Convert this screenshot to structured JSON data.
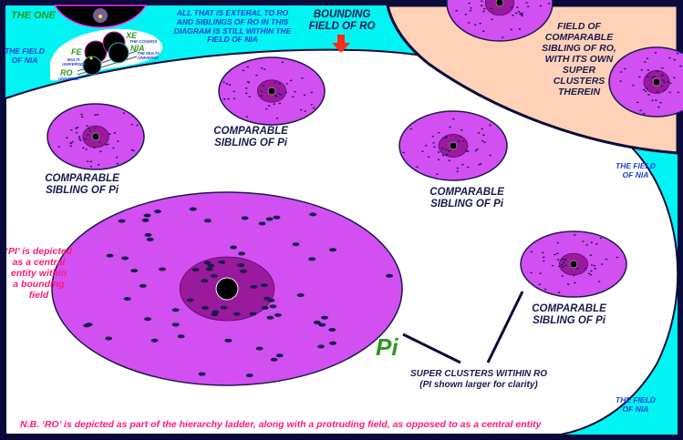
{
  "diagram": {
    "title_label": "THE ONE",
    "colors": {
      "frame": "#0b0b3b",
      "field_of_nia": "#00f4f4",
      "bounding_field_ro": "#ffffff",
      "sibling_field": "#ffd2b8",
      "galaxy_outer": "#d24ff2",
      "galaxy_core": "#9a1a9e",
      "pink_text": "#ff1a7a",
      "green_text": "#2b9a1a",
      "blue_text": "#1f3fd6",
      "navy_text": "#1a1a4e",
      "arrow": "#ff2a1a"
    },
    "field_of_nia_labels": [
      "THE FIELD\nOF  NIA",
      "THE FIELD\nOF  NIA",
      "THE FIELD\nOF  NIA"
    ],
    "external_note": "ALL THAT IS EXTERAL TO RO\nAND SIBLINGS OF RO IN THIS\nDIAGRAM IS STILL WITHIN THE\nFIELD OF  NIA",
    "bounding_field_label": "BOUNDING\nFIELD OF  RO",
    "sibling_field_label": "FIELD OF\nCOMPARABLE\nSIBLING OF RO,\nWITH ITS OWN\nSUPER\nCLUSTERS\nTHEREIN",
    "hierarchy": {
      "levels": [
        {
          "name": "XE",
          "desc": "THE COSMOS"
        },
        {
          "name": "NIA",
          "desc": "THE MULTI-\nUNIVERSE"
        },
        {
          "name": "FE",
          "desc": "MULTI-\nUNIVERSES"
        },
        {
          "name": "RO",
          "desc": "UNIVERSE"
        }
      ]
    },
    "sibling_labels": [
      "COMPARABLE\nSIBLING OF Pi",
      "COMPARABLE\nSIBLING OF Pi",
      "COMPARABLE\nSIBLING OF Pi",
      "COMPARABLE\nSIBLING OF Pi"
    ],
    "pi_label": "Pi",
    "pi_note": "‘PI’ is depicted\nas a central\nentity within\na  bounding\nfield",
    "super_clusters_label": "SUPER CLUSTERS WITIHIN RO\n(PI shown larger for clarity)",
    "footnote": "N.B. ‘RO’ is depicted as part of the hierarchy ladder, along with a protruding field, as opposed to as a central entity"
  }
}
